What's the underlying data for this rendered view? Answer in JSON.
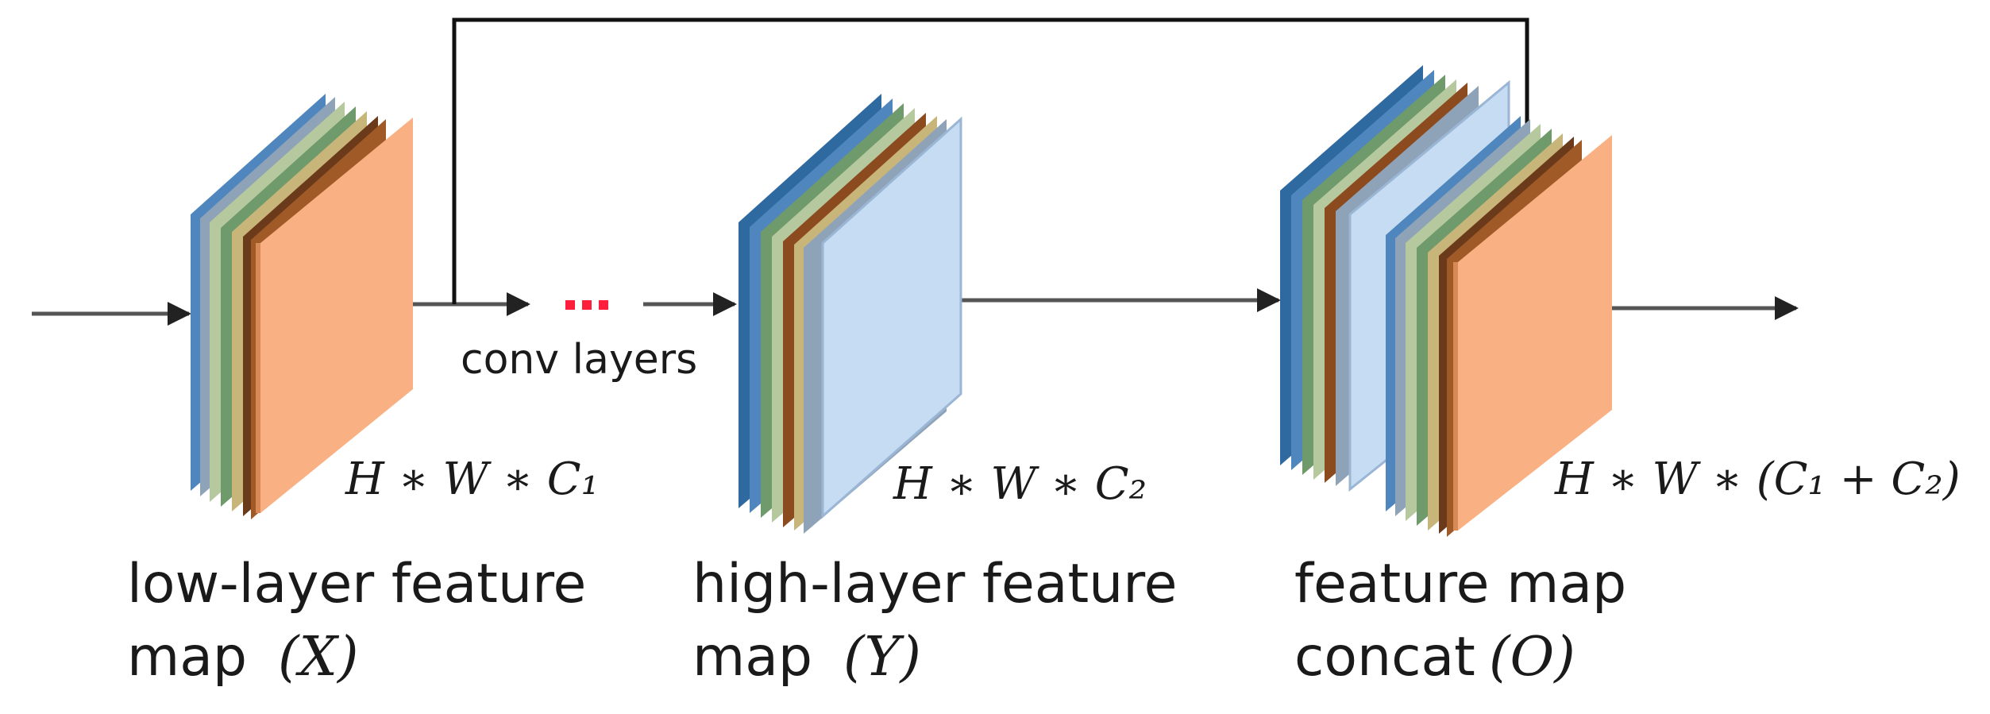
{
  "figure": {
    "conv_label": "conv layers",
    "blocks": [
      {
        "id": "low",
        "dim_label": "H ∗ W ∗ C₁",
        "caption_line1": "low-layer feature",
        "caption_line2": "map",
        "caption_symbol": "(X)"
      },
      {
        "id": "high",
        "dim_label": "H ∗ W ∗ C₂",
        "caption_line1": "high-layer feature",
        "caption_line2": "map",
        "caption_symbol": "(Y)"
      },
      {
        "id": "concat",
        "dim_label": "H ∗ W ∗ (C₁ + C₂)",
        "caption_line1": "feature map",
        "caption_line2": "concat",
        "caption_symbol": "(O)"
      }
    ],
    "colors": {
      "orange_face": "#f9b183",
      "light_blue_face": "#c5dcf2",
      "dark_blue": "#2e6aa0",
      "mid_blue": "#4f86bd",
      "green": "#6f9a6b",
      "light_green": "#b6c99e",
      "brown": "#8c4a1f",
      "dark_brown": "#6b3a1a",
      "grey_blue": "#8fa3b8",
      "dots": "#ff1f3d",
      "line": "#222222"
    }
  }
}
